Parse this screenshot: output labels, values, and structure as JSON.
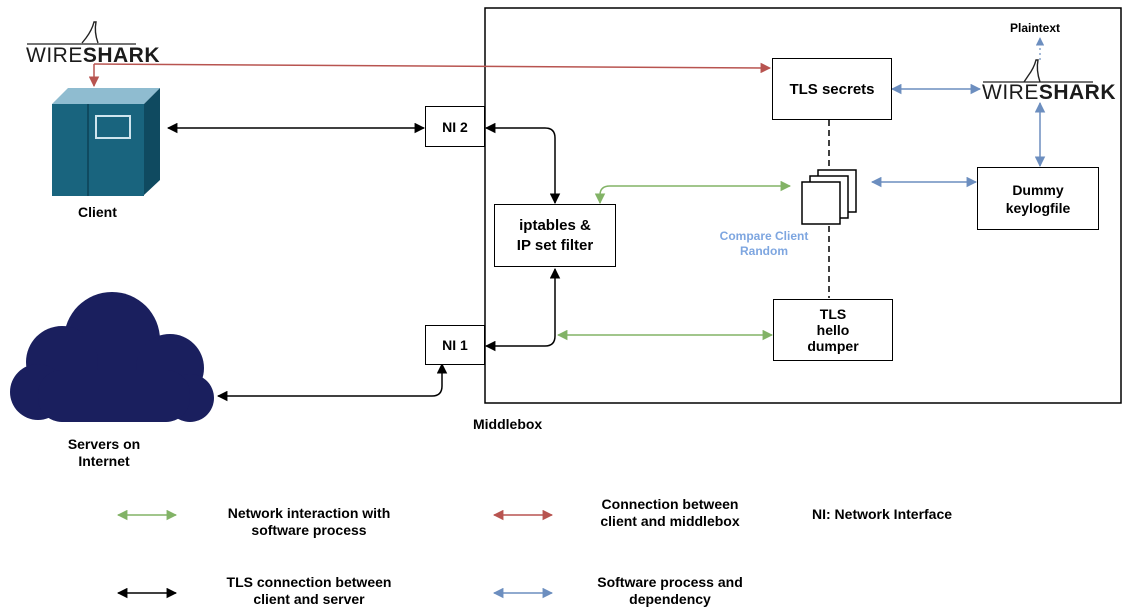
{
  "diagram": {
    "middlebox_label": "Middlebox",
    "client_label": "Client",
    "servers_label": "Servers on\nInternet",
    "ni2_label": "NI  2",
    "ni1_label": "NI  1",
    "iptables_label": "iptables &\nIP set  filter",
    "tls_secrets_label": "TLS secrets",
    "dummy_label": "Dummy\nkeylogfile",
    "hello_dumper_label": "TLS\nhello\ndumper",
    "compare_label": "Compare Client\nRandom",
    "plaintext_label": "Plaintext",
    "wireshark_logo_left": {
      "light": "WIRE",
      "bold": "SHARK"
    },
    "wireshark_logo_right": {
      "light": "WIRE",
      "bold": "SHARK"
    }
  },
  "legend": {
    "green_text": "Network interaction with\nsoftware process",
    "red_text": "Connection between\nclient and middlebox",
    "ni_text": "NI: Network Interface",
    "black_text": "TLS connection between\nclient and server",
    "blue_text": "Software process and\ndependency"
  },
  "colors": {
    "green": "#82b366",
    "red": "#b85450",
    "blue": "#6c8ebf",
    "black": "#000000",
    "server_blue": "#19647e",
    "cloud": "#1a1f5e",
    "compare_text": "#7ea6e0"
  },
  "icons": [
    "wireshark-logo",
    "server-icon",
    "cloud-icon",
    "document-stack-icon"
  ]
}
